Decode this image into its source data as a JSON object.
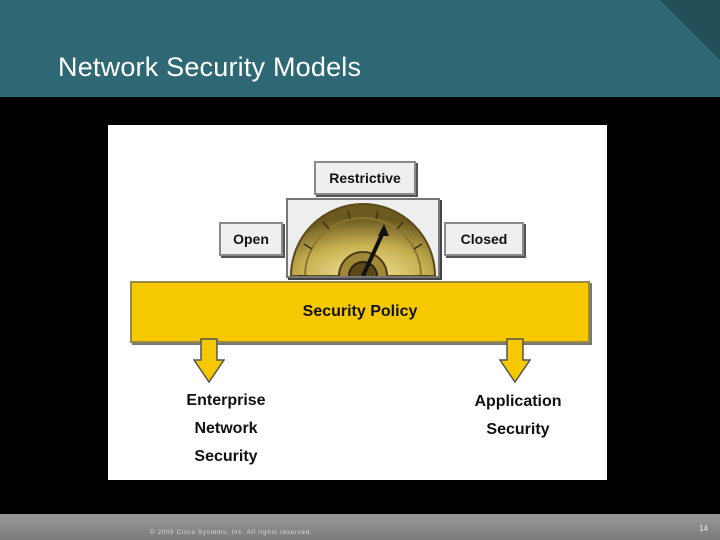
{
  "slide": {
    "title": "Network Security Models",
    "copyright": "© 2005 Cisco Systems, Inc. All rights reserved.",
    "page_number": "14"
  },
  "diagram": {
    "restrictive_label": "Restrictive",
    "open_label": "Open",
    "closed_label": "Closed",
    "policy_label": "Security Policy",
    "left_outcome": [
      "Enterprise",
      "Network",
      "Security"
    ],
    "right_outcome": [
      "Application",
      "Security"
    ],
    "colors": {
      "policy_bar": "#f5c800",
      "header": "#2e6874",
      "dial_gold": "#c8b050"
    }
  }
}
